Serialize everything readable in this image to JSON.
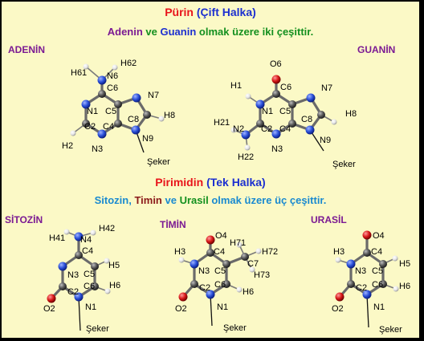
{
  "title": {
    "purin": "Pürin",
    "purin_paren": "(Çift Halka)",
    "line2": {
      "a": "Adenin",
      "b": " ve ",
      "c": "Guanin",
      "d": " olmak üzere iki çeşittir."
    },
    "pirimidin": "Pirimidin",
    "pirimidin_paren": "(Tek Halka)",
    "line4": {
      "a": "Sitozin",
      "b": ", ",
      "c": "Timin",
      "d": " ve ",
      "e": "Urasil",
      "f": " olmak üzere üç çeşittir."
    }
  },
  "molecules": {
    "adenin": {
      "name": "ADENİN",
      "labels": {
        "h61": "H61",
        "n6": "N6",
        "h62": "H62",
        "c6": "C6",
        "n1": "N1",
        "c5": "C5",
        "n7": "N7",
        "c2": "C2",
        "c4": "C4",
        "c8": "C8",
        "h8": "H8",
        "h2": "H2",
        "n3": "N3",
        "n9": "N9"
      },
      "sugar": "Şeker"
    },
    "guanin": {
      "name": "GUANİN",
      "labels": {
        "o6": "O6",
        "h1": "H1",
        "c6": "C6",
        "n7": "N7",
        "n1": "N1",
        "c5": "C5",
        "h8": "H8",
        "h21": "H21",
        "n2": "N2",
        "c2": "C2",
        "c4": "C4",
        "c8": "C8",
        "h22": "H22",
        "n3": "N3",
        "n9": "N9"
      },
      "sugar": "Şeker"
    },
    "sitozin": {
      "name": "SİTOZİN",
      "labels": {
        "h41": "H41",
        "n4": "N4",
        "h42": "H42",
        "c4": "C4",
        "n3": "N3",
        "c5": "C5",
        "h5": "H5",
        "c2": "C2",
        "c6": "C6",
        "h6": "H6",
        "o2": "O2",
        "n1": "N1"
      },
      "sugar": "Şeker"
    },
    "timin": {
      "name": "TİMİN",
      "labels": {
        "o4": "O4",
        "h71": "H71",
        "h72": "H72",
        "h3": "H3",
        "c4": "C4",
        "c7": "C7",
        "n3": "N3",
        "c5": "C5",
        "h73": "H73",
        "c2": "C2",
        "c6": "C6",
        "h6": "H6",
        "o2": "O2",
        "n1": "N1"
      },
      "sugar": "Şeker"
    },
    "urasil": {
      "name": "URASİL",
      "labels": {
        "o4": "O4",
        "h3": "H3",
        "c4": "C4",
        "n3": "N3",
        "c5": "C5",
        "h5": "H5",
        "c2": "C2",
        "c6": "C6",
        "h6": "H6",
        "o2": "O2",
        "n1": "N1"
      },
      "sugar": "Şeker"
    }
  },
  "colors": {
    "background": "#fbf9c6",
    "frame": "#000000",
    "red": "#e8141b",
    "blue": "#1c2fd0",
    "purple": "#7b1a93",
    "green": "#14901f",
    "teal": "#1a8ad0",
    "brown": "#8b1a1a",
    "atom_nitrogen": "#2a4fd8",
    "atom_oxygen": "#d81818",
    "atom_carbon": "#555555",
    "atom_hydrogen": "#f2f2f2"
  }
}
